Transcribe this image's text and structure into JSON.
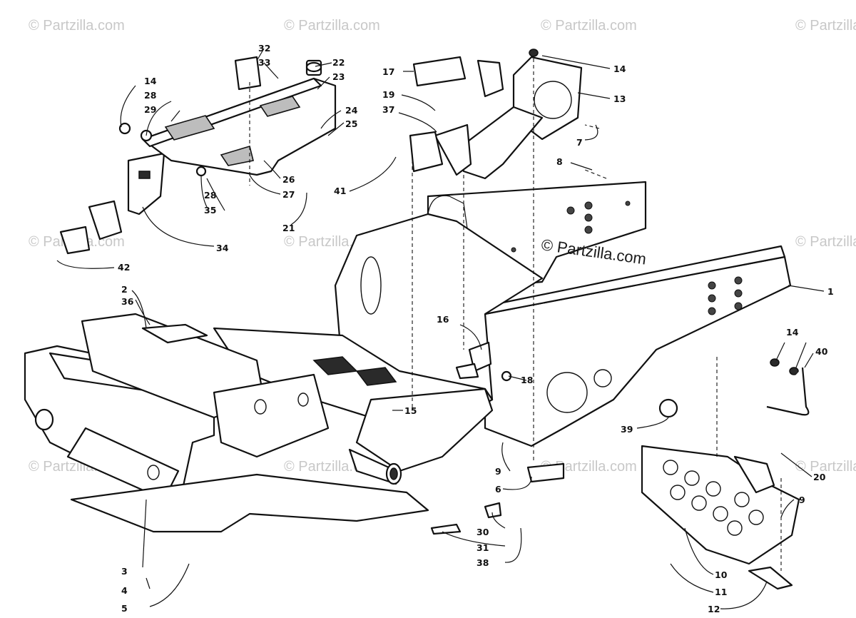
{
  "watermark": {
    "text": "© Partzilla.com",
    "text_center": "© Partzilla.com"
  },
  "callouts": {
    "c1": "1",
    "c2": "2",
    "c3": "3",
    "c4": "4",
    "c5": "5",
    "c6": "6",
    "c7": "7",
    "c8": "8",
    "c9a": "9",
    "c9b": "9",
    "c10": "10",
    "c11": "11",
    "c12": "12",
    "c13": "13",
    "c14a": "14",
    "c14b": "14",
    "c14c": "14",
    "c15": "15",
    "c16": "16",
    "c17": "17",
    "c18": "18",
    "c19": "19",
    "c20": "20",
    "c21": "21",
    "c22": "22",
    "c23": "23",
    "c24": "24",
    "c25": "25",
    "c26": "26",
    "c27": "27",
    "c28a": "28",
    "c28b": "28",
    "c29": "29",
    "c30": "30",
    "c31": "31",
    "c32": "32",
    "c33": "33",
    "c34": "34",
    "c35": "35",
    "c36": "36",
    "c37": "37",
    "c38": "38",
    "c39": "39",
    "c40": "40",
    "c41": "41",
    "c42": "42"
  }
}
